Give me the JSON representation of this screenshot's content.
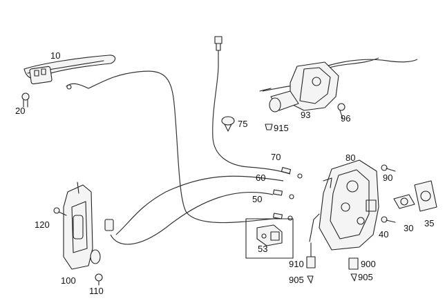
{
  "diagram": {
    "highlight_color": "#d6202a",
    "highlighted_part": "53",
    "callouts": [
      {
        "id": "c10",
        "text": "10"
      },
      {
        "id": "c20",
        "text": "20"
      },
      {
        "id": "c75",
        "text": "75"
      },
      {
        "id": "c93",
        "text": "93"
      },
      {
        "id": "c96",
        "text": "96"
      },
      {
        "id": "c915",
        "text": "915"
      },
      {
        "id": "c70",
        "text": "70"
      },
      {
        "id": "c80",
        "text": "80"
      },
      {
        "id": "c90",
        "text": "90"
      },
      {
        "id": "c60",
        "text": "60"
      },
      {
        "id": "c50",
        "text": "50"
      },
      {
        "id": "c120",
        "text": "120"
      },
      {
        "id": "c53",
        "text": "53"
      },
      {
        "id": "c40",
        "text": "40"
      },
      {
        "id": "c30",
        "text": "30"
      },
      {
        "id": "c35",
        "text": "35"
      },
      {
        "id": "c910",
        "text": "910"
      },
      {
        "id": "c900",
        "text": "900"
      },
      {
        "id": "c905a",
        "text": "905"
      },
      {
        "id": "c905b",
        "text": "905"
      },
      {
        "id": "c100",
        "text": "100"
      },
      {
        "id": "c110",
        "text": "110"
      }
    ]
  }
}
